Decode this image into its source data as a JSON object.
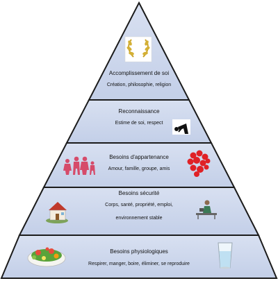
{
  "pyramid": {
    "colors": {
      "fill": "#cdd7ec",
      "stroke": "#1b1b1b"
    },
    "levels": [
      {
        "title": "Accomplissement de soi",
        "subtitle": "Création, philosophie, religion",
        "icons": [
          "laurel-wreath-icon"
        ]
      },
      {
        "title": "Reconnaissance",
        "subtitle": "Estime de soi, respect",
        "icons": [
          "bowing-person-icon"
        ]
      },
      {
        "title": "Besoins  d'appartenance",
        "subtitle": "Amour, famille, groupe, amis",
        "icons": [
          "family-icon",
          "hearts-icon"
        ]
      },
      {
        "title": "Besoins  sécurité",
        "subtitle": "Corps, santé, propriété, emploi,",
        "subtitle2": "environnement stable",
        "icons": [
          "house-icon",
          "office-worker-icon"
        ]
      },
      {
        "title": "Besoins  physiologiques",
        "subtitle": "Respirer, manger, boire, éliminer, se reproduire",
        "icons": [
          "salad-icon",
          "water-glass-icon"
        ]
      }
    ]
  }
}
